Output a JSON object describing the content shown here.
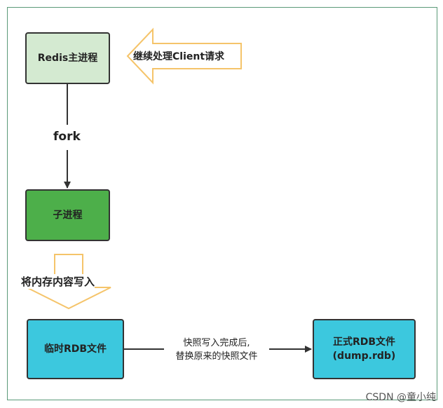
{
  "nodes": {
    "redis_main": "Redis主进程",
    "child_process": "子进程",
    "temp_rdb": "临时RDB文件",
    "final_rdb_line1": "正式RDB文件",
    "final_rdb_line2": "(dump.rdb)"
  },
  "labels": {
    "continue_client": "继续处理Client请求",
    "fork": "fork",
    "write_memory": "将内存内容写入",
    "replace_line1": "快照写入完成后,",
    "replace_line2": "替换原来的快照文件"
  },
  "watermark": "CSDN @童小纯",
  "colors": {
    "redis_main_fill": "#d4ead1",
    "child_process_fill": "#4daf4a",
    "rdb_fill": "#3cc8de",
    "hollow_arrow_stroke": "#f5c46a",
    "frame_border": "#5a9a78"
  }
}
